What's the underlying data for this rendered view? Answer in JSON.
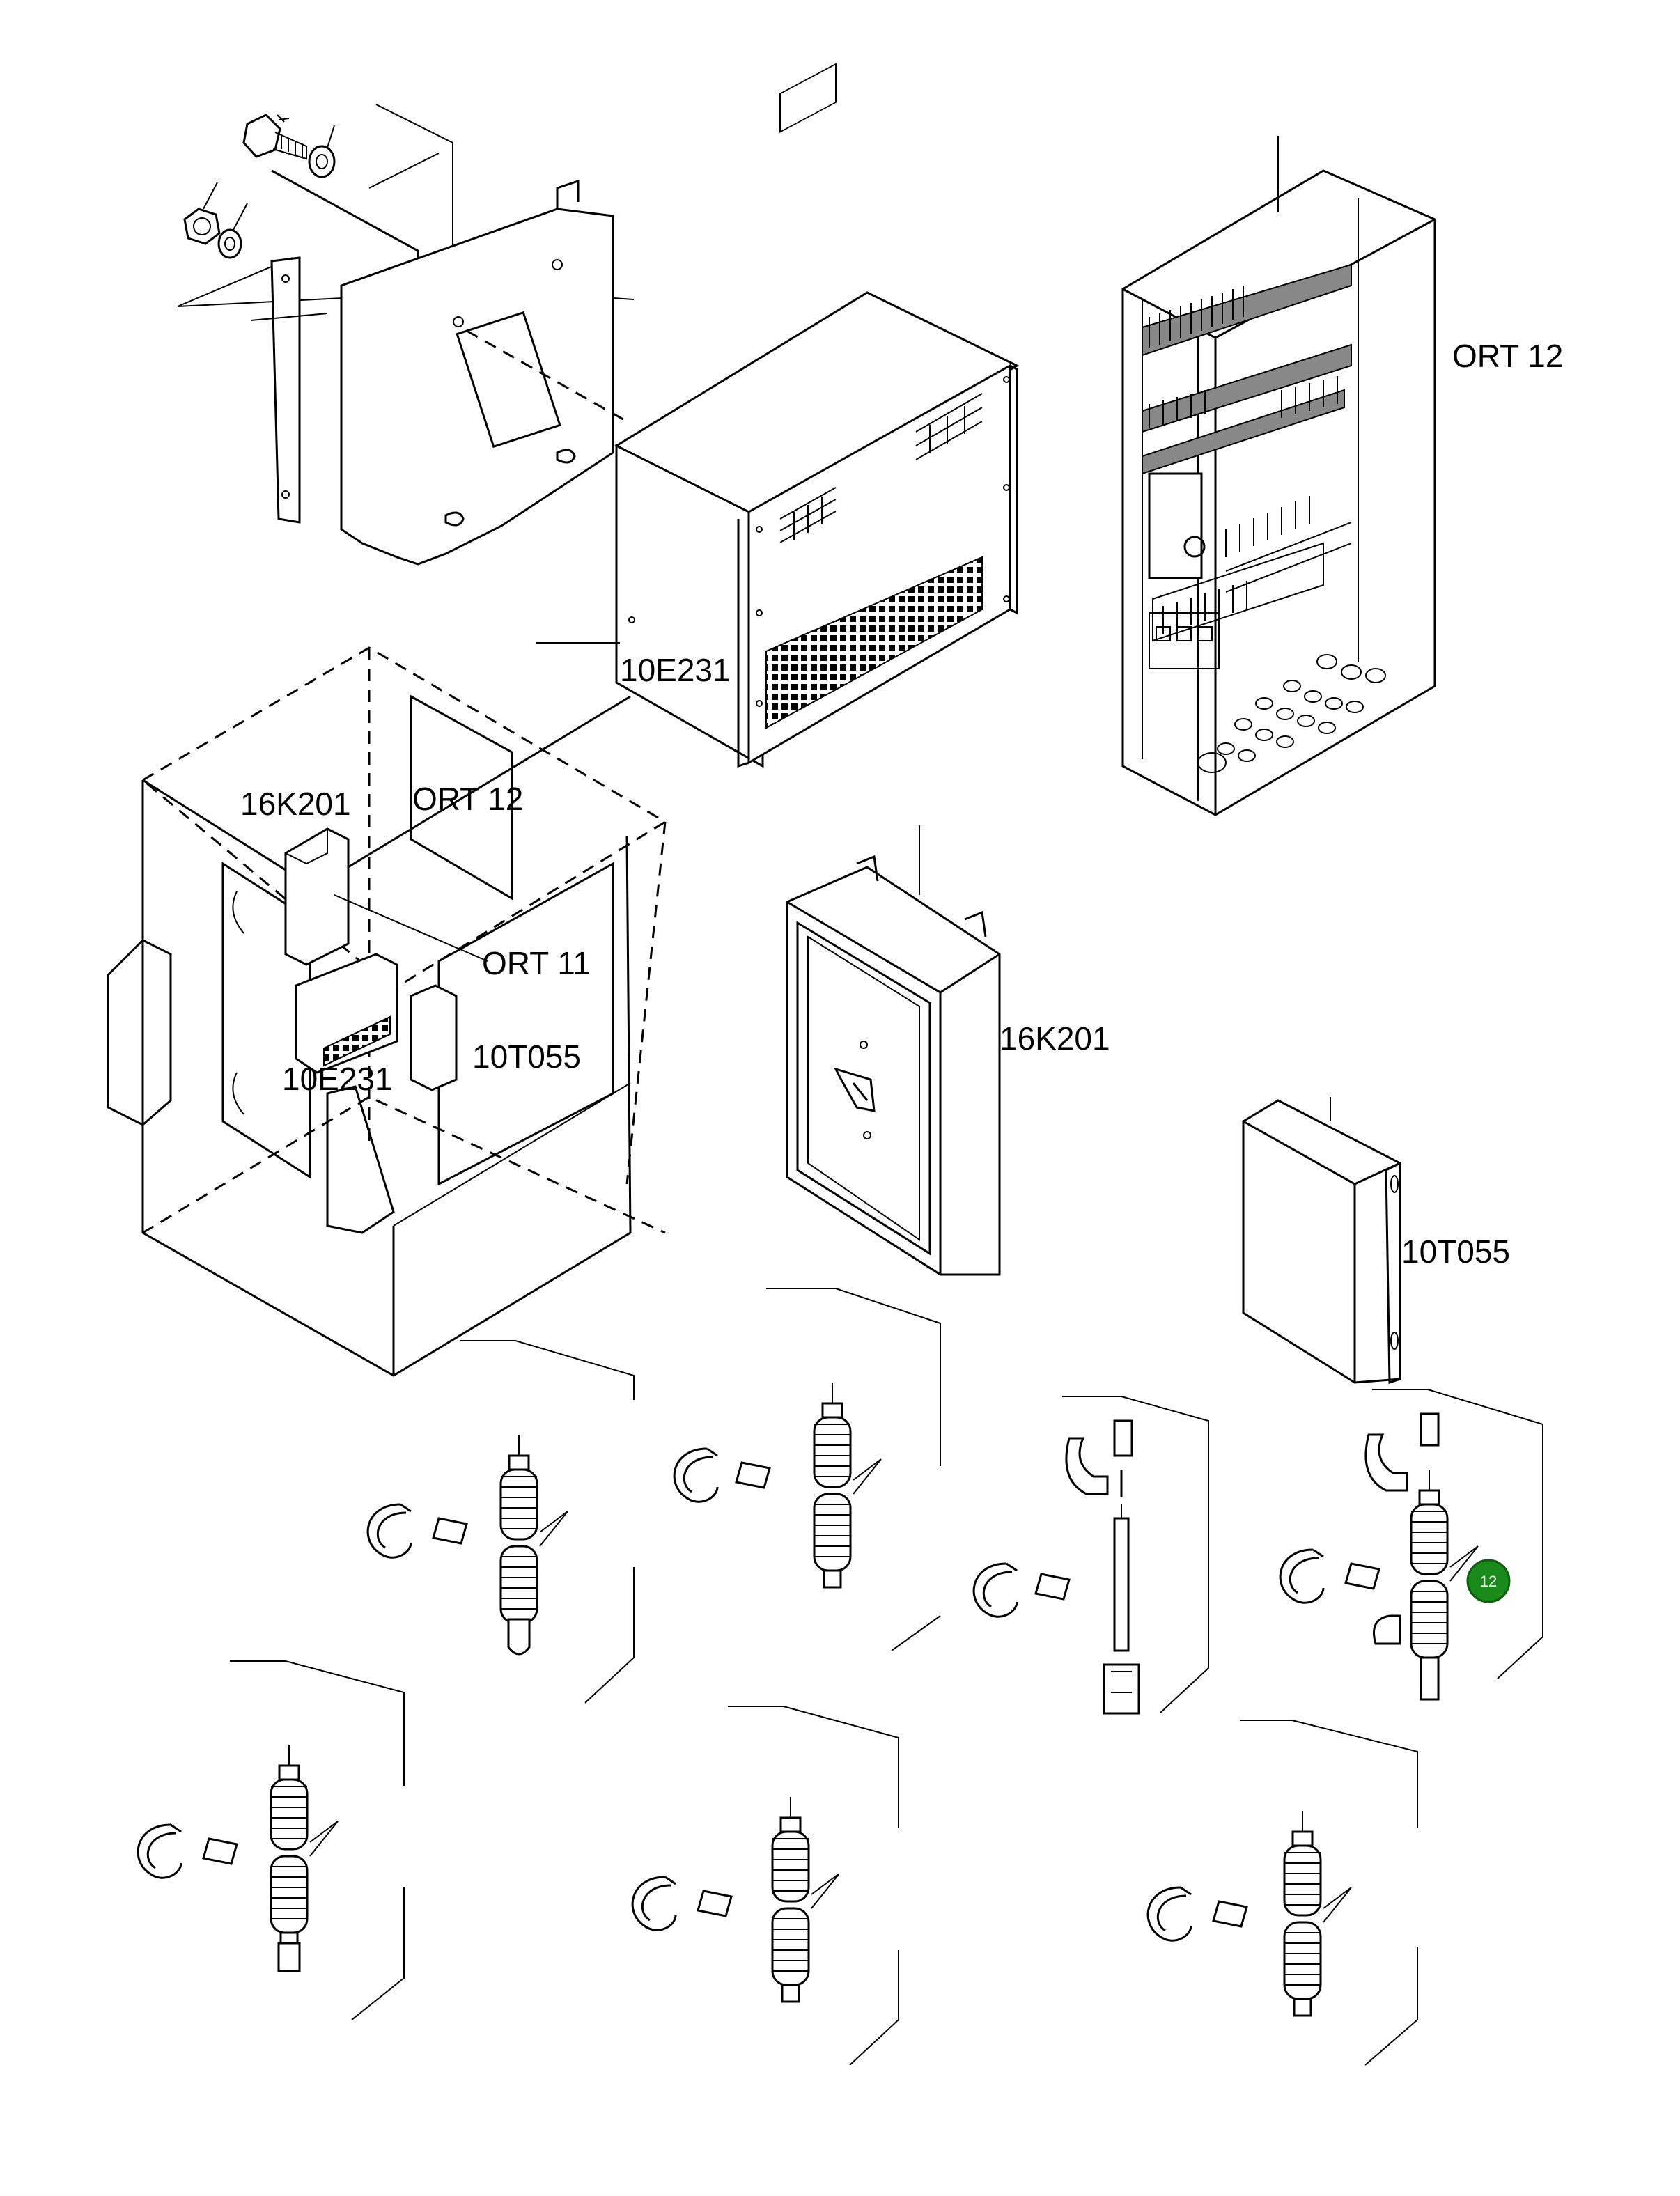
{
  "labels": {
    "ort12_cabinet": "ORT 12",
    "e231_box": "10E231",
    "k201_small": "16K201",
    "ort12_small": "ORT 12",
    "ort11": "ORT 11",
    "e231_small": "10E231",
    "t055_small": "10T055",
    "k201_box": "16K201",
    "t055_box": "10T055"
  },
  "callout": {
    "number": "12",
    "color": "#1a8a1a"
  }
}
